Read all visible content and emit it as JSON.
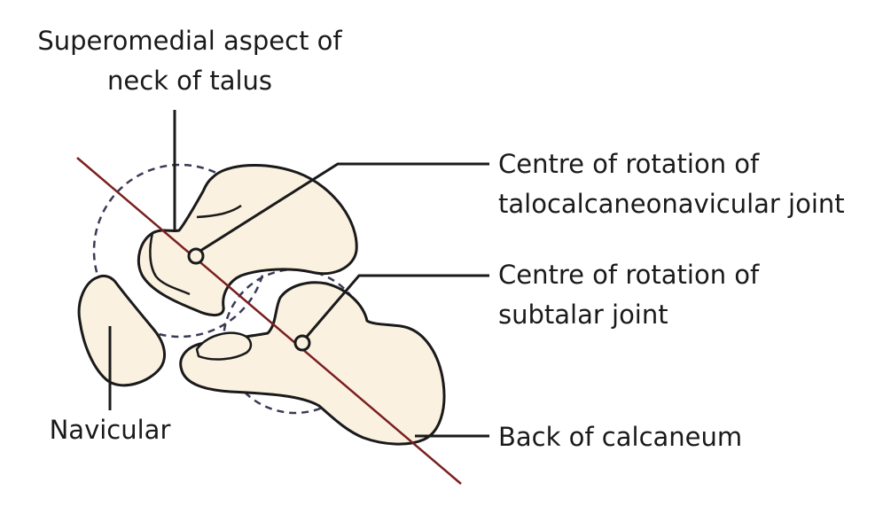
{
  "labels": {
    "talus_neck_line1": "Superomedial aspect of",
    "talus_neck_line2": "neck of talus",
    "tcn_line1": "Centre of rotation of",
    "tcn_line2": "talocalcaneonavicular joint",
    "subtalar_line1": "Centre of rotation of",
    "subtalar_line2": "subtalar joint",
    "calcaneum": "Back of calcaneum",
    "navicular": "Navicular"
  },
  "colors": {
    "bone_fill": "#faf1e1",
    "outline": "#1a1a1a",
    "axis_line": "#7a1f1f",
    "circle_dash": "#3a3a55"
  }
}
